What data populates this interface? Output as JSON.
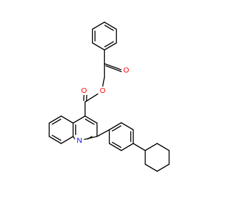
{
  "molecule": {
    "atom_labels": {
      "carbonyl_oxygen_ketone": "O",
      "carbonyl_oxygen_ester": "O",
      "ester_oxygen": "O",
      "quinoline_nitrogen": "N"
    },
    "colors": {
      "oxygen": "#ff0000",
      "nitrogen": "#0000ff",
      "bond": "#000000",
      "background": "#ffffff"
    }
  }
}
